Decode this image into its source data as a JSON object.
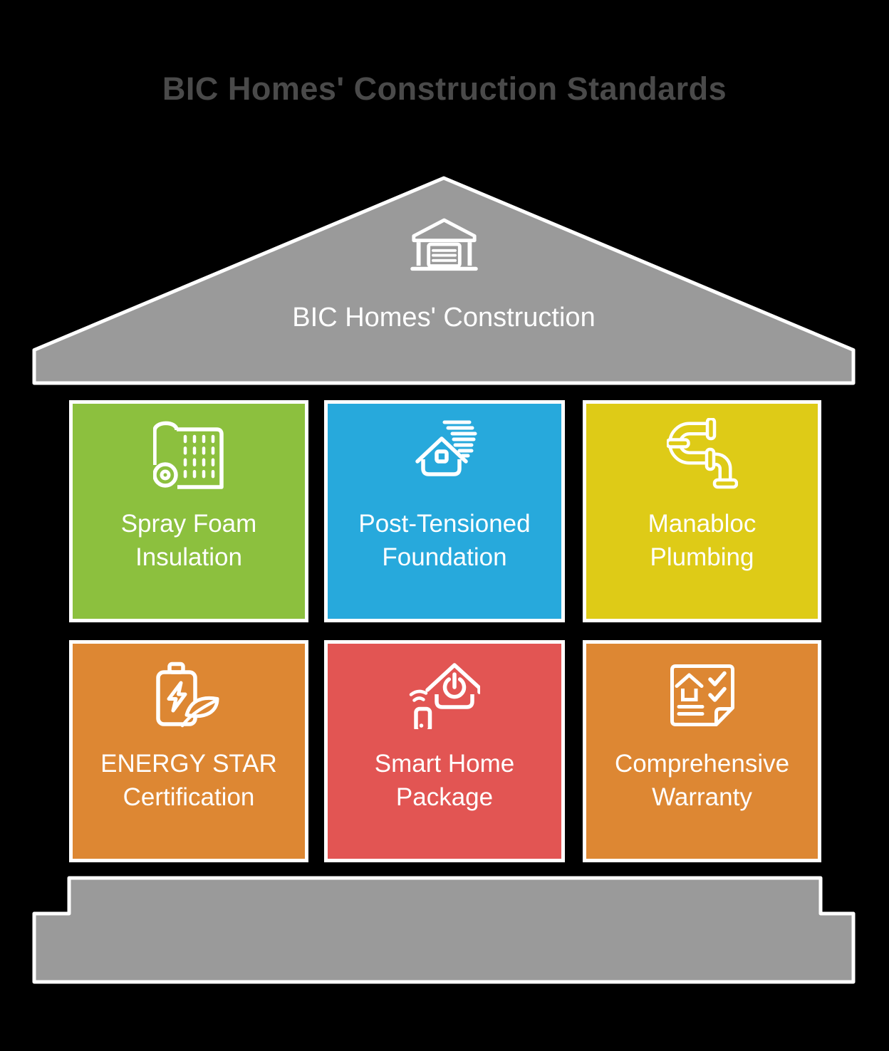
{
  "title": "BIC Homes' Construction Standards",
  "title_color": "#4A4A4A",
  "background": "#000000",
  "roof": {
    "label": "BIC Homes' Construction",
    "icon": "garage-icon",
    "fill": "#9A9A9A",
    "stroke": "#FFFFFF"
  },
  "base": {
    "fill": "#9A9A9A",
    "stroke": "#FFFFFF"
  },
  "tiles": [
    {
      "label": "Spray Foam Insulation",
      "lines": [
        "Spray Foam",
        "Insulation"
      ],
      "icon": "insulation-roll-icon",
      "color": "#8CC03E"
    },
    {
      "label": "Post-Tensioned Foundation",
      "lines": [
        "Post-Tensioned",
        "Foundation"
      ],
      "icon": "house-wind-icon",
      "color": "#27A9DC"
    },
    {
      "label": "Manabloc Plumbing",
      "lines": [
        "Manabloc",
        "Plumbing"
      ],
      "icon": "pipes-icon",
      "color": "#DECB17"
    },
    {
      "label": "ENERGY STAR Certification",
      "lines": [
        "ENERGY STAR",
        "Certification"
      ],
      "icon": "battery-leaf-icon",
      "color": "#DD8733"
    },
    {
      "label": "Smart Home Package",
      "lines": [
        "Smart Home",
        "Package"
      ],
      "icon": "smart-home-icon",
      "color": "#E25553"
    },
    {
      "label": "Comprehensive Warranty",
      "lines": [
        "Comprehensive",
        "Warranty"
      ],
      "icon": "warranty-document-icon",
      "color": "#DD8733"
    }
  ]
}
